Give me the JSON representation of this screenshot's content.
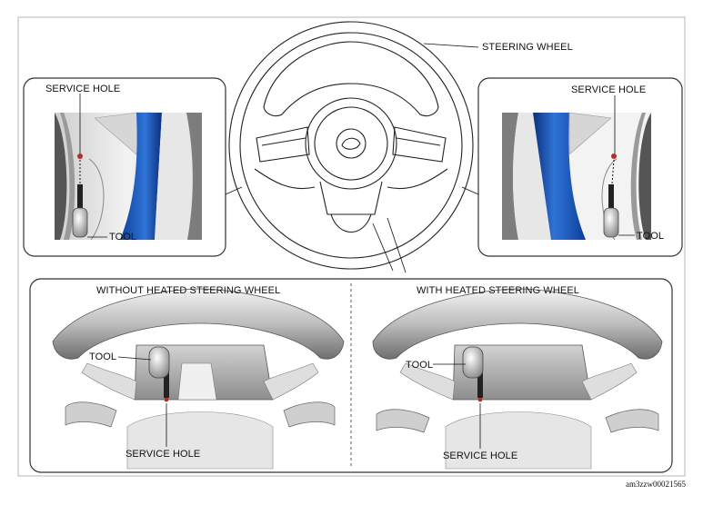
{
  "labels": {
    "steering_wheel": "STEERING WHEEL",
    "service_hole_left": "SERVICE HOLE",
    "service_hole_right": "SERVICE HOLE",
    "tool_left": "TOOL",
    "tool_right": "TOOL",
    "without_heated": "WITHOUT HEATED STEERING WHEEL",
    "with_heated": "WITH HEATED STEERING WHEEL",
    "tool_bottom_left": "TOOL",
    "tool_bottom_right": "TOOL",
    "service_hole_bottom_left": "SERVICE HOLE",
    "service_hole_bottom_right": "SERVICE HOLE"
  },
  "figure_code": "am3zzw00021565",
  "colors": {
    "line": "#222222",
    "frame": "#999999",
    "accent_blue": "#1f5fbf",
    "service_hole": "#b03030"
  }
}
